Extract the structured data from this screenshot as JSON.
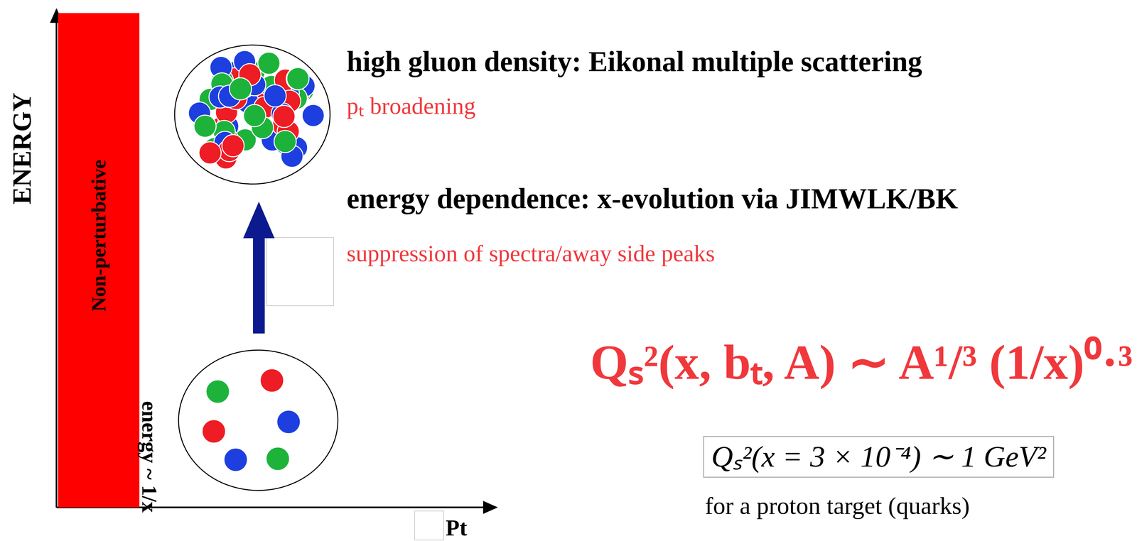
{
  "diagram": {
    "nodes": [
      {
        "text": [
          "Non-perturbative"
        ]
      },
      {
        "text": [
          "Qₛ²(x = 3 × 10⁻⁴) ∼ 1 GeV²"
        ]
      }
    ],
    "labels": [
      "ENERGY",
      "high gluon density: Eikonal multiple scattering",
      "pₜ broadening",
      "energy dependence: x-evolution via JIMWLK/BK",
      "suppression of spectra/away side peaks",
      "Qₛ²(x, bₜ, A) ∼ A¹/³ (1/x)⁰·³",
      "energy ~ 1/x",
      "for a proton target (quarks)",
      "Pt"
    ]
  }
}
